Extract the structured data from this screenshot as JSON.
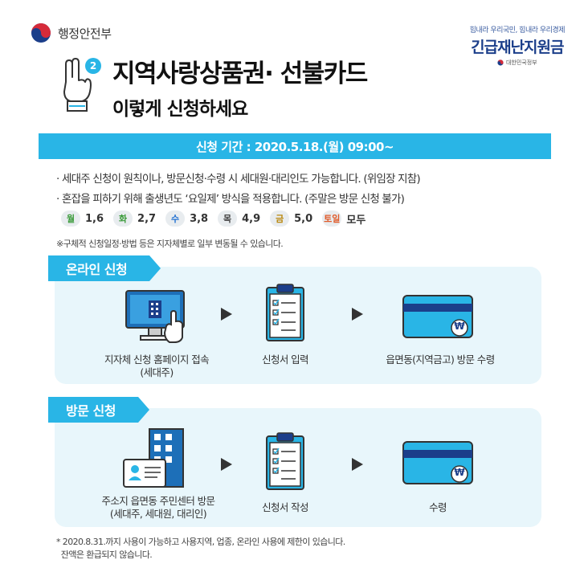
{
  "header": {
    "ministry": "행정안전부",
    "tagline": "힘내라 우리국민, 힘내라 우리경제",
    "relief_title": "긴급재난지원금",
    "logo_sub": "대한민국정부",
    "step_number": "2"
  },
  "title": {
    "line1": "지역사랑상품권· 선불카드",
    "line2": "이렇게 신청하세요"
  },
  "period": "신청 기간 : 2020.5.18.(월) 09:00~",
  "notes": [
    "· 세대주 신청이 원칙이나, 방문신청·수령 시 세대원·대리인도 가능합니다. (위임장 지참)",
    "· 혼잡을 피하기 위해  출생년도 ‘요일제’ 방식을 적용합니다. (주말은 방문 신청 불가)"
  ],
  "weekdays": [
    {
      "day": "월",
      "nums": "1,6",
      "color": "#3a9a3a"
    },
    {
      "day": "화",
      "nums": "2,7",
      "color": "#3a9a3a"
    },
    {
      "day": "수",
      "nums": "3,8",
      "color": "#1f6fd1"
    },
    {
      "day": "목",
      "nums": "4,9",
      "color": "#444444"
    },
    {
      "day": "금",
      "nums": "5,0",
      "color": "#b8860b"
    },
    {
      "day": "토일",
      "nums": "모두",
      "color": "#e05a2a"
    }
  ],
  "small_note": "※구체적 신청일정·방법 등은 지자체별로 일부 변동될 수 있습니다.",
  "online": {
    "tab": "온라인 신청",
    "steps": [
      {
        "label": "지자체 신청 홈페이지 접속",
        "sub": "(세대주)"
      },
      {
        "label": "신청서 입력",
        "sub": ""
      },
      {
        "label": "읍면동(지역금고) 방문 수령",
        "sub": ""
      }
    ]
  },
  "visit": {
    "tab": "방문 신청",
    "steps": [
      {
        "label": "주소지 읍면동 주민센터 방문",
        "sub": "(세대주, 세대원, 대리인)"
      },
      {
        "label": "신청서 작성",
        "sub": ""
      },
      {
        "label": "수령",
        "sub": ""
      }
    ]
  },
  "card_symbol": "₩",
  "footnote": [
    "* 2020.8.31.까지 사용이 가능하고 사용지역, 업종, 온라인 사용에 제한이 있습니다.",
    "  잔액은 환급되지 않습니다."
  ],
  "colors": {
    "accent": "#29b5e6",
    "panel": "#e8f6fb",
    "navy": "#1b3e8a"
  }
}
